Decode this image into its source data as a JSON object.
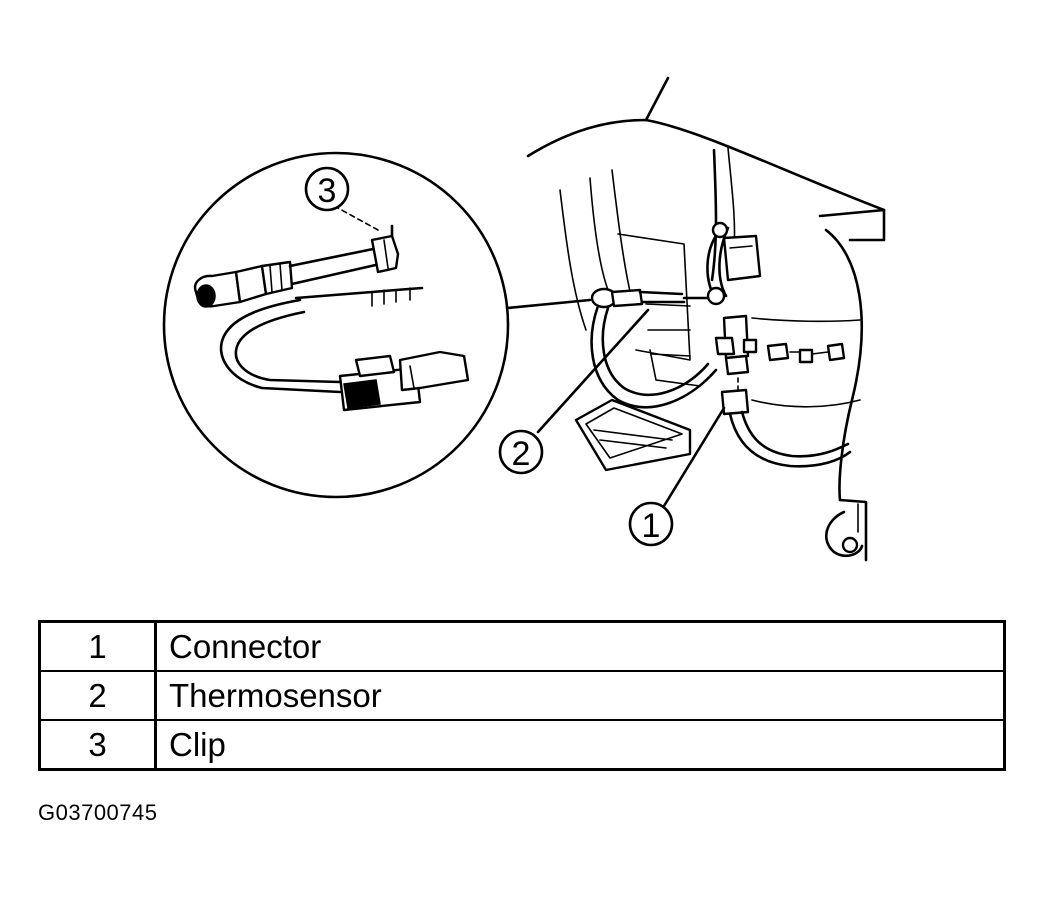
{
  "callouts": [
    {
      "number": "1"
    },
    {
      "number": "2"
    },
    {
      "number": "3"
    }
  ],
  "legend": {
    "rows": [
      {
        "number": "1",
        "description": "Connector"
      },
      {
        "number": "2",
        "description": "Thermosensor"
      },
      {
        "number": "3",
        "description": "Clip"
      }
    ]
  },
  "figure_id": "G03700745"
}
